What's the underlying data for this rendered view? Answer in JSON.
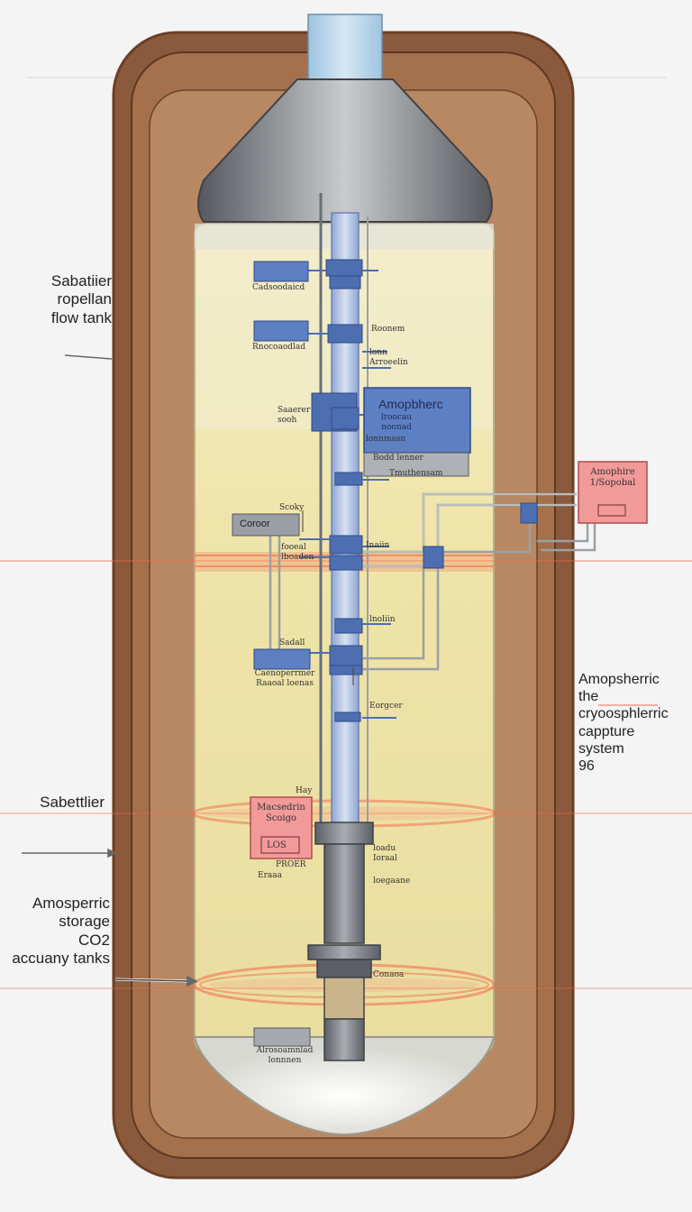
{
  "colors": {
    "outer_shell": "#8b5a3c",
    "inner_shell": "#b27a55",
    "liquid": "#ede3a6",
    "pipe_blue": "#4d6fb2",
    "module_blue": "#5d7fc4",
    "alert_pink": "#f29a9a",
    "heat_band": "#f26a4a",
    "core_grey": "#6e7379"
  },
  "side_labels": {
    "left_top": "Sabatiier\nropellan\nflow tank",
    "left_mid": "Sabettlier",
    "left_bottom": "Amosperric\nstorage\nCO2\naccuany tanks",
    "right_mid": "Amopsherric\nthe\ncryoosphlerric\ncappture\nsystem\n96"
  },
  "modules": {
    "top_left_1": "Cadsoodaicd",
    "top_left_2": "Rnocoaodlad",
    "atmospheric_box_title": "Amopbherc",
    "atmospheric_box_sub": "lroocau\nnoonad",
    "atmospheric_box_bottom": "Bodd lenner",
    "atmospheric_box_footer": "Tmuthensam",
    "left_controller": "Coroor",
    "left_controller_top": "Scoky",
    "right_alert_title": "Amophire\n1/Sopobal",
    "marker_box_title": "Macsedrin\nScoigo",
    "marker_box_code": "LOS",
    "lower_left_module": "Caenoperrmer\nRaaoal loenas",
    "bottom_module": "Alrosoamnlad\nlonnnen"
  },
  "small_labels": {
    "s1": "Roonem",
    "s2": "lonn\nArroeelin",
    "s3": "Saaerer\nsooh",
    "s4": "lonnmasn",
    "s5": "fooeal\nlboaden",
    "s6": "Inaiin",
    "s7": "lnoliin",
    "s8": "Sadall",
    "s9": "Eorgcer",
    "s10": "Hay",
    "s11": "loadu\nIoraal",
    "s12": "PROER",
    "s13": "Eraaa",
    "s14": "loegaane",
    "s15": "Conaoa"
  }
}
